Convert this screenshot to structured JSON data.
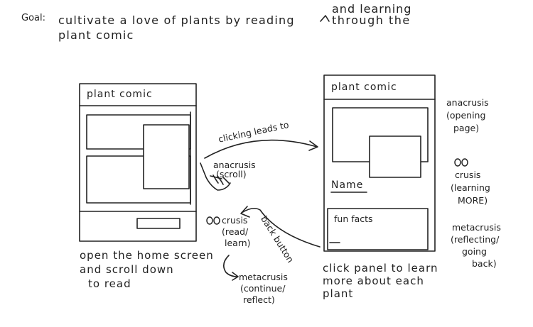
{
  "goal": {
    "label": "Goal:",
    "line1": "cultivate a love of plants by reading",
    "line2": "plant comic",
    "insert_line1": "and learning",
    "insert_line2": "through the"
  },
  "left_phone": {
    "title": "plant comic",
    "caption": [
      "open the home screen",
      "and scroll down",
      "to read"
    ]
  },
  "right_phone": {
    "title": "plant comic",
    "name_label": "Name",
    "fun_facts_label": "fun facts",
    "caption": [
      "click panel to learn",
      "more about each",
      "plant"
    ]
  },
  "arrows": {
    "clicking_leads_to": "clicking leads to",
    "back_button": "back button"
  },
  "notes": {
    "anacrusis_scroll": [
      "anacrusis",
      "(scroll)"
    ],
    "crusis_read": [
      "crusis",
      "(read/",
      "learn)"
    ],
    "metacrusis_continue": [
      "metacrusis",
      "(continue/",
      "reflect)"
    ],
    "anacrusis_opening": [
      "anacrusis",
      "(opening",
      "page)"
    ],
    "crusis_learning": [
      "crusis",
      "(learning",
      "MORE)"
    ],
    "metacrusis_reflecting": [
      "metacrusis",
      "(reflecting/",
      "going",
      "back)"
    ]
  }
}
